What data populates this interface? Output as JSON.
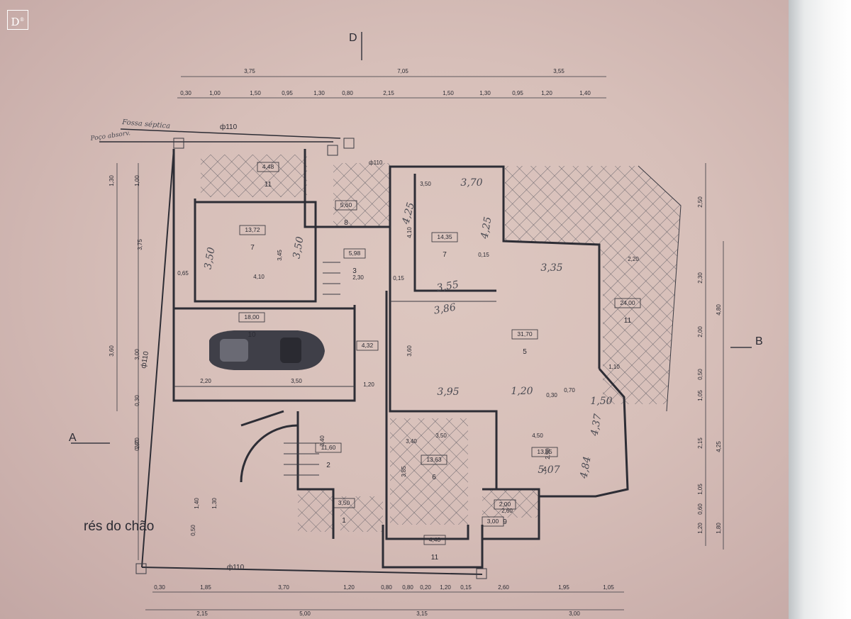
{
  "logo": {
    "letter": "D",
    "mark": "®"
  },
  "caption": "rés do chão",
  "section_marks": {
    "a": "A",
    "b": "B",
    "d": "D"
  },
  "notes": {
    "septic": "Fossa séptica",
    "well": "Poço absorv.",
    "pipe_top": "ф110",
    "pipe_left": "ф110",
    "pipe_bottom": "ф110",
    "pipe_small": "ф110"
  },
  "rooms": [
    {
      "num": "1",
      "area": "3,50"
    },
    {
      "num": "2",
      "area": "11,60"
    },
    {
      "num": "3",
      "area": "5,98"
    },
    {
      "num": "4",
      "area": "13,05"
    },
    {
      "num": "5",
      "area": "31,70"
    },
    {
      "num": "6",
      "area": "13,63"
    },
    {
      "num": "7",
      "area": "13,72"
    },
    {
      "num": "7",
      "area": "14,35"
    },
    {
      "num": "8",
      "area": "5,60"
    },
    {
      "num": "9",
      "area": "2,00"
    },
    {
      "num": "10",
      "area": "18,00"
    },
    {
      "num": "11",
      "area": "4,48"
    },
    {
      "num": "11",
      "area": "24,00"
    },
    {
      "num": "11",
      "area": "4,40"
    },
    {
      "num": "",
      "area": "4,32"
    },
    {
      "num": "",
      "area": "3,00"
    }
  ],
  "dims_top_total": [
    "3,75",
    "7,05",
    "3,55"
  ],
  "dims_top_detail": [
    "0,30",
    "1,00",
    "1,50",
    "0,95",
    "1,30",
    "0,80",
    "2,15",
    "1,50",
    "1,30",
    "0,95",
    "1,20",
    "1,40"
  ],
  "dims_bottom_detail": [
    "0,30",
    "1,85",
    "3,70",
    "1,20",
    "0,80",
    "0,80",
    "0,20",
    "1,20",
    "0,15",
    "2,60",
    "1,95",
    "1,05"
  ],
  "dims_bottom_total": [
    "2,15",
    "5,00",
    "3,15",
    "3,00"
  ],
  "dims_left": [
    "1,30",
    "1,00",
    "3,75",
    "3,60",
    "3,00",
    "0,30",
    "2,70",
    "0,40",
    "1,40",
    "1,30",
    "0,50"
  ],
  "dims_right": [
    "2,50",
    "2,30",
    "4,80",
    "2,00",
    "0,50",
    "1,05",
    "2,15",
    "4,25",
    "1,05",
    "0,60",
    "1,20",
    "1,80"
  ],
  "dims_interior": [
    "3,50",
    "4,10",
    "2,30",
    "3,45",
    "0,65",
    "4,10",
    "2,20",
    "3,50",
    "3,40",
    "1,20",
    "3,50",
    "3,40",
    "2,90",
    "4,50",
    "3,85",
    "3,60",
    "2,20",
    "1,10",
    "0,70",
    "0,15",
    "0,15",
    "2,60",
    "0,30"
  ],
  "handwritten": [
    "3,50",
    "3,50",
    "4,25",
    "4,25",
    "3,70",
    "3,35",
    "3,55",
    "3,86",
    "3,95",
    "4,37",
    "1,50",
    "5,07",
    "4,84",
    "1,20"
  ],
  "colors": {
    "paper": "#d7bfb9",
    "ink": "#2d2d35",
    "strip": "#f7f7f7"
  }
}
